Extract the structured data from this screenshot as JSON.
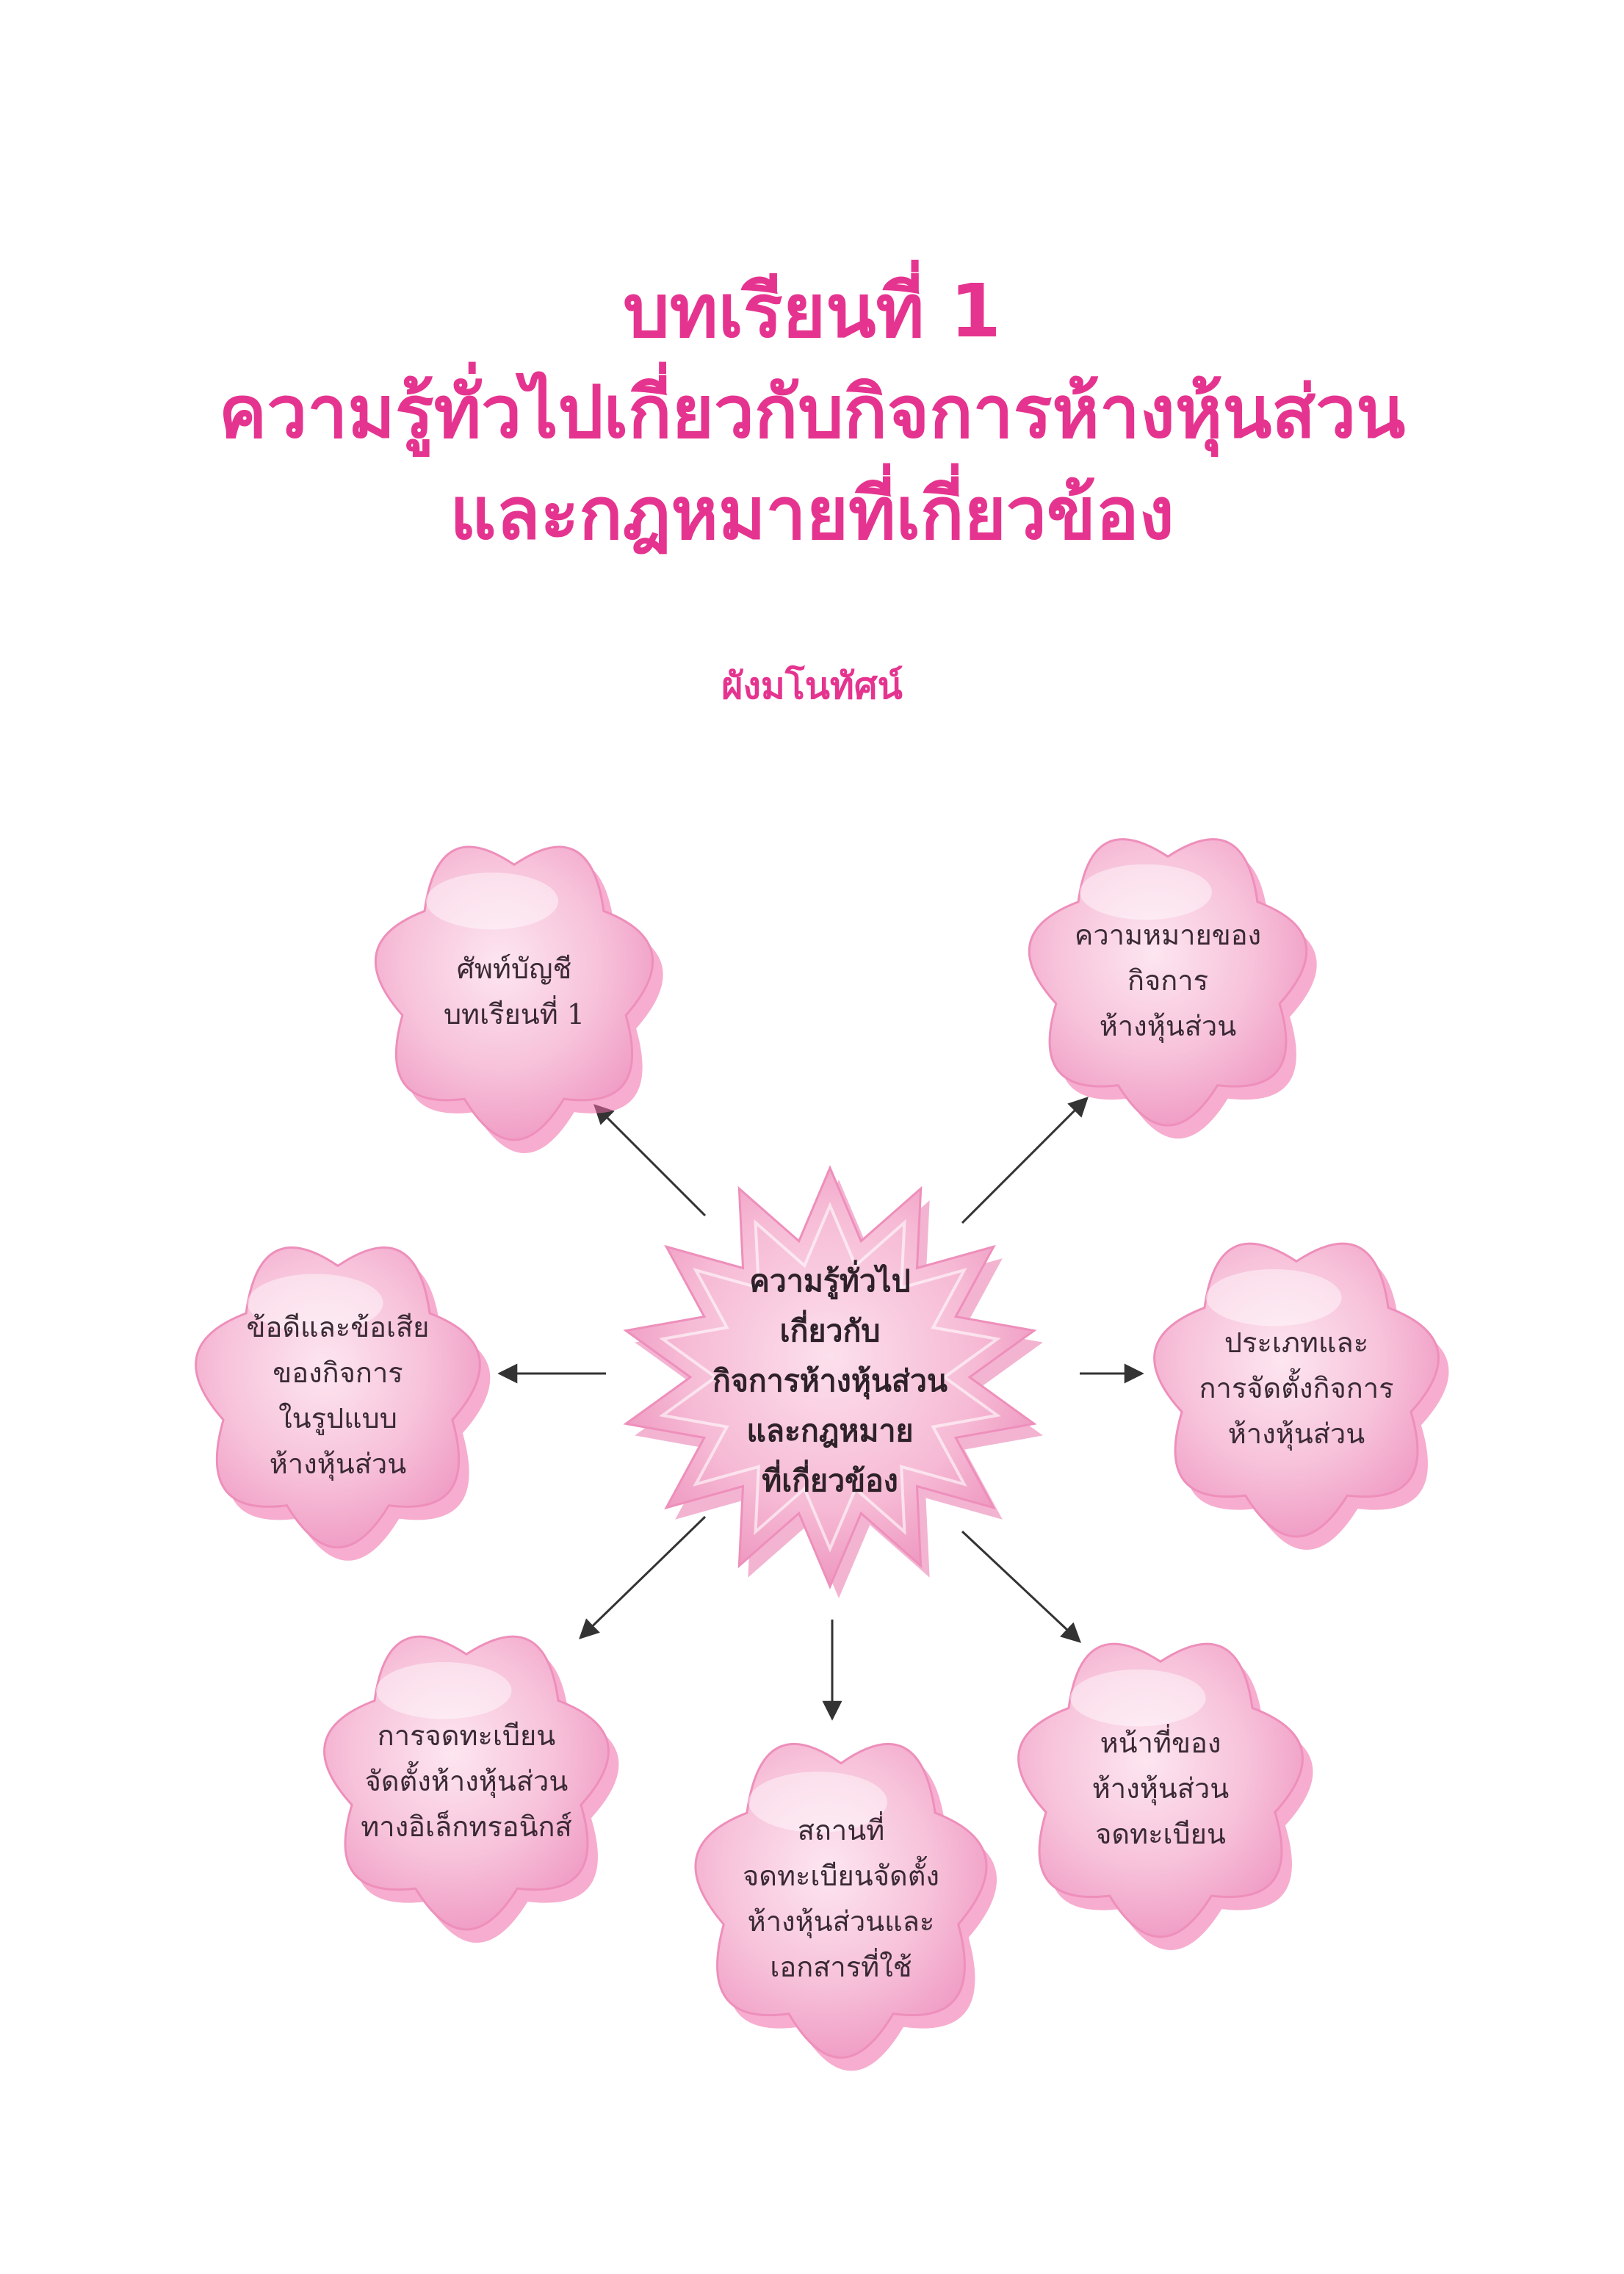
{
  "title": {
    "line1": "บทเรียนที่ 1",
    "line2": "ความรู้ทั่วไปเกี่ยวกับกิจการห้างหุ้นส่วน",
    "line3": "และกฎหมายที่เกี่ยวข้อง"
  },
  "subtitle": "ผังมโนทัศน์",
  "colors": {
    "title": "#e5348f",
    "cloud_fill": "#f7bcd6",
    "cloud_edge": "#ee8fbb",
    "arrow": "#333333"
  },
  "diagram": {
    "center": {
      "lines": [
        "ความรู้ทั่วไป",
        "เกี่ยวกับ",
        "กิจการห้างหุ้นส่วน",
        "และกฎหมาย",
        "ที่เกี่ยวข้อง"
      ]
    },
    "nodes": [
      {
        "id": "vocab",
        "lines": [
          "ศัพท์บัญชี",
          "บทเรียนที่ 1"
        ]
      },
      {
        "id": "meaning",
        "lines": [
          "ความหมายของ",
          "กิจการ",
          "ห้างหุ้นส่วน"
        ]
      },
      {
        "id": "pros-cons",
        "lines": [
          "ข้อดีและข้อเสีย",
          "ของกิจการ",
          "ในรูปแบบ",
          "ห้างหุ้นส่วน"
        ]
      },
      {
        "id": "types",
        "lines": [
          "ประเภทและ",
          "การจัดตั้งกิจการ",
          "ห้างหุ้นส่วน"
        ]
      },
      {
        "id": "e-registration",
        "lines": [
          "การจดทะเบียน",
          "จัดตั้งห้างหุ้นส่วน",
          "ทางอิเล็กทรอนิกส์"
        ]
      },
      {
        "id": "place-docs",
        "lines": [
          "สถานที่",
          "จดทะเบียนจัดตั้ง",
          "ห้างหุ้นส่วนและ",
          "เอกสารที่ใช้"
        ]
      },
      {
        "id": "duties",
        "lines": [
          "หน้าที่ของ",
          "ห้างหุ้นส่วน",
          "จดทะเบียน"
        ]
      }
    ]
  }
}
